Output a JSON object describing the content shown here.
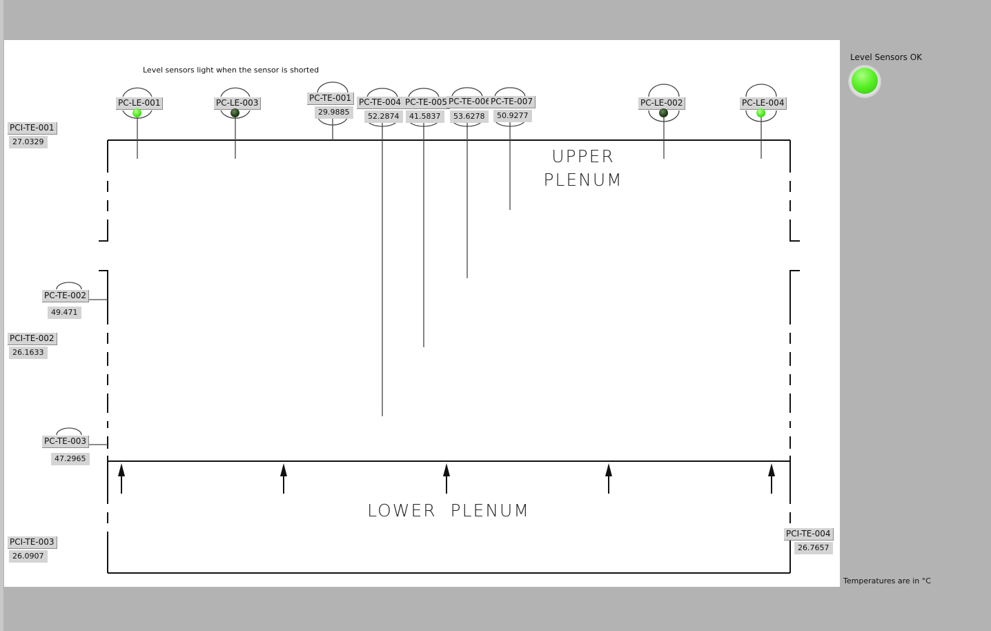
{
  "note": "Level sensors light when the sensor is shorted",
  "status": {
    "label": "Level Sensors OK",
    "on": true,
    "color": "#55ee22"
  },
  "units_note": "Temperatures are in °C",
  "regions": {
    "upper": [
      "UPPER",
      "PLENUM"
    ],
    "lower": "LOWER  PLENUM"
  },
  "level_sensors": [
    {
      "tag": "PC-LE-001",
      "lit": true
    },
    {
      "tag": "PC-LE-003",
      "lit": false
    },
    {
      "tag": "PC-LE-002",
      "lit": false
    },
    {
      "tag": "PC-LE-004",
      "lit": true
    }
  ],
  "core_temps": [
    {
      "tag": "PC-TE-001",
      "value": "29.9885"
    },
    {
      "tag": "PC-TE-004",
      "value": "52.2874"
    },
    {
      "tag": "PC-TE-005",
      "value": "41.5837"
    },
    {
      "tag": "PC-TE-006",
      "value": "53.6278"
    },
    {
      "tag": "PC-TE-007",
      "value": "50.9277"
    },
    {
      "tag": "PC-TE-002",
      "value": "49.471"
    },
    {
      "tag": "PC-TE-003",
      "value": "47.2965"
    }
  ],
  "inlet_temps": [
    {
      "tag": "PCI-TE-001",
      "value": "27.0329"
    },
    {
      "tag": "PCI-TE-002",
      "value": "26.1633"
    },
    {
      "tag": "PCI-TE-003",
      "value": "26.0907"
    },
    {
      "tag": "PCI-TE-004",
      "value": "26.7657"
    }
  ],
  "colors": {
    "led_on": "#4ce81f",
    "led_off": "#1f3a15",
    "background": "#b3b3b3"
  }
}
